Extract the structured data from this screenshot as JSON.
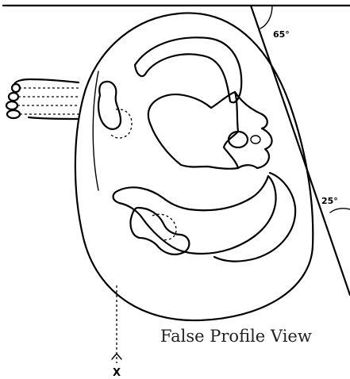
{
  "caption": "False Profile View",
  "angles": {
    "upper": "65°",
    "lower": "25°"
  },
  "axis_label": "X"
}
